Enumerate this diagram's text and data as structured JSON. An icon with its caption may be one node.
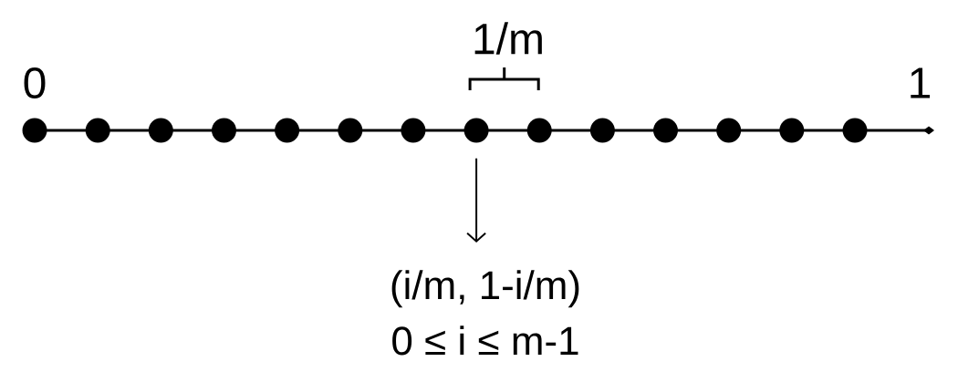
{
  "diagram": {
    "nodes": [
      {
        "text": [],
        "shape": "circle"
      },
      {
        "text": [],
        "shape": "circle"
      },
      {
        "text": [],
        "shape": "circle"
      },
      {
        "text": [],
        "shape": "circle"
      },
      {
        "text": [],
        "shape": "circle"
      },
      {
        "text": [],
        "shape": "circle"
      },
      {
        "text": [],
        "shape": "circle"
      },
      {
        "text": [],
        "shape": "circle"
      },
      {
        "text": [],
        "shape": "circle"
      },
      {
        "text": [],
        "shape": "circle"
      },
      {
        "text": [],
        "shape": "circle"
      },
      {
        "text": [],
        "shape": "circle"
      },
      {
        "text": [],
        "shape": "circle"
      },
      {
        "text": [],
        "shape": "circle"
      },
      {
        "text": [
          "(i/m, 1-i/m)",
          "0 ≤ i ≤ m-1"
        ]
      }
    ],
    "edges": [
      {
        "from": 7,
        "to": 14,
        "arrow": "to"
      }
    ],
    "labels": [
      "1/m",
      "0",
      "1"
    ]
  }
}
